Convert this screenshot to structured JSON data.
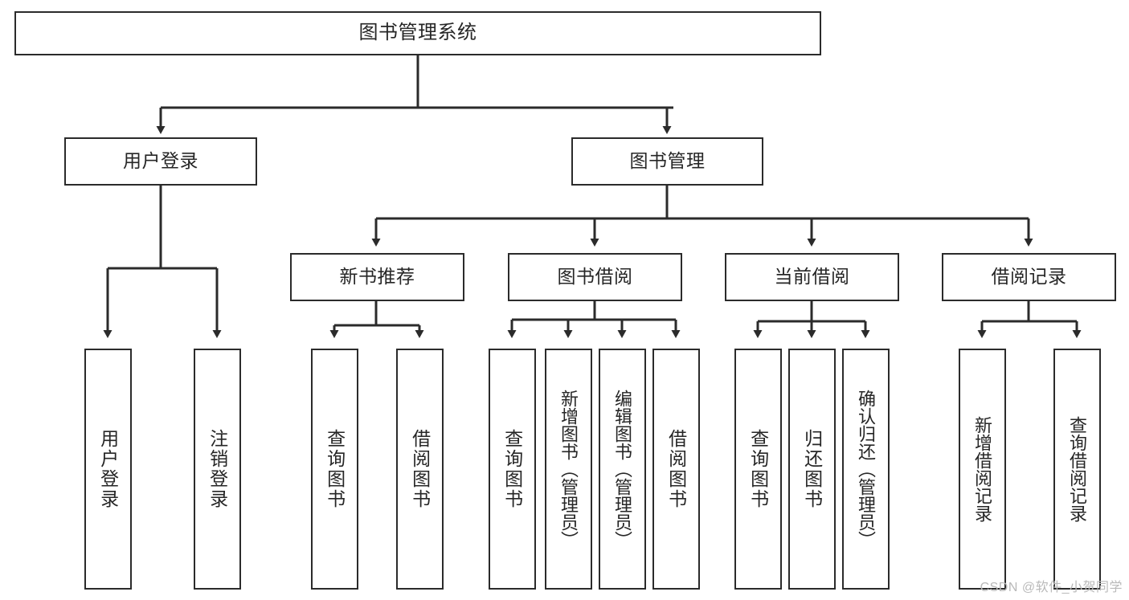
{
  "diagram": {
    "title": "图书管理系统",
    "type": "tree-hierarchy",
    "watermark": "CSDN @软件_小贺同学",
    "colors": {
      "border": "#2b2b2b",
      "fill": "#ffffff",
      "text": "#262626",
      "line": "#2b2b2b",
      "watermark": "#b9b9b9"
    },
    "root": {
      "label": "图书管理系统"
    },
    "level2": [
      {
        "label": "用户登录"
      },
      {
        "label": "图书管理"
      }
    ],
    "level3": [
      {
        "label": "新书推荐"
      },
      {
        "label": "图书借阅"
      },
      {
        "label": "当前借阅"
      },
      {
        "label": "借阅记录"
      }
    ],
    "leaves": {
      "user_login": [
        {
          "label": "用户登录"
        },
        {
          "label": "注销登录"
        }
      ],
      "new_book": [
        {
          "label": "查询图书"
        },
        {
          "label": "借阅图书"
        }
      ],
      "book_borrow": [
        {
          "label": "查询图书"
        },
        {
          "label": "新增图书（管理员）"
        },
        {
          "label": "编辑图书（管理员）"
        },
        {
          "label": "借阅图书"
        }
      ],
      "current_borrow": [
        {
          "label": "查询图书"
        },
        {
          "label": "归还图书"
        },
        {
          "label": "确认归还（管理员）"
        }
      ],
      "borrow_record": [
        {
          "label": "新增借阅记录"
        },
        {
          "label": "查询借阅记录"
        }
      ]
    }
  }
}
